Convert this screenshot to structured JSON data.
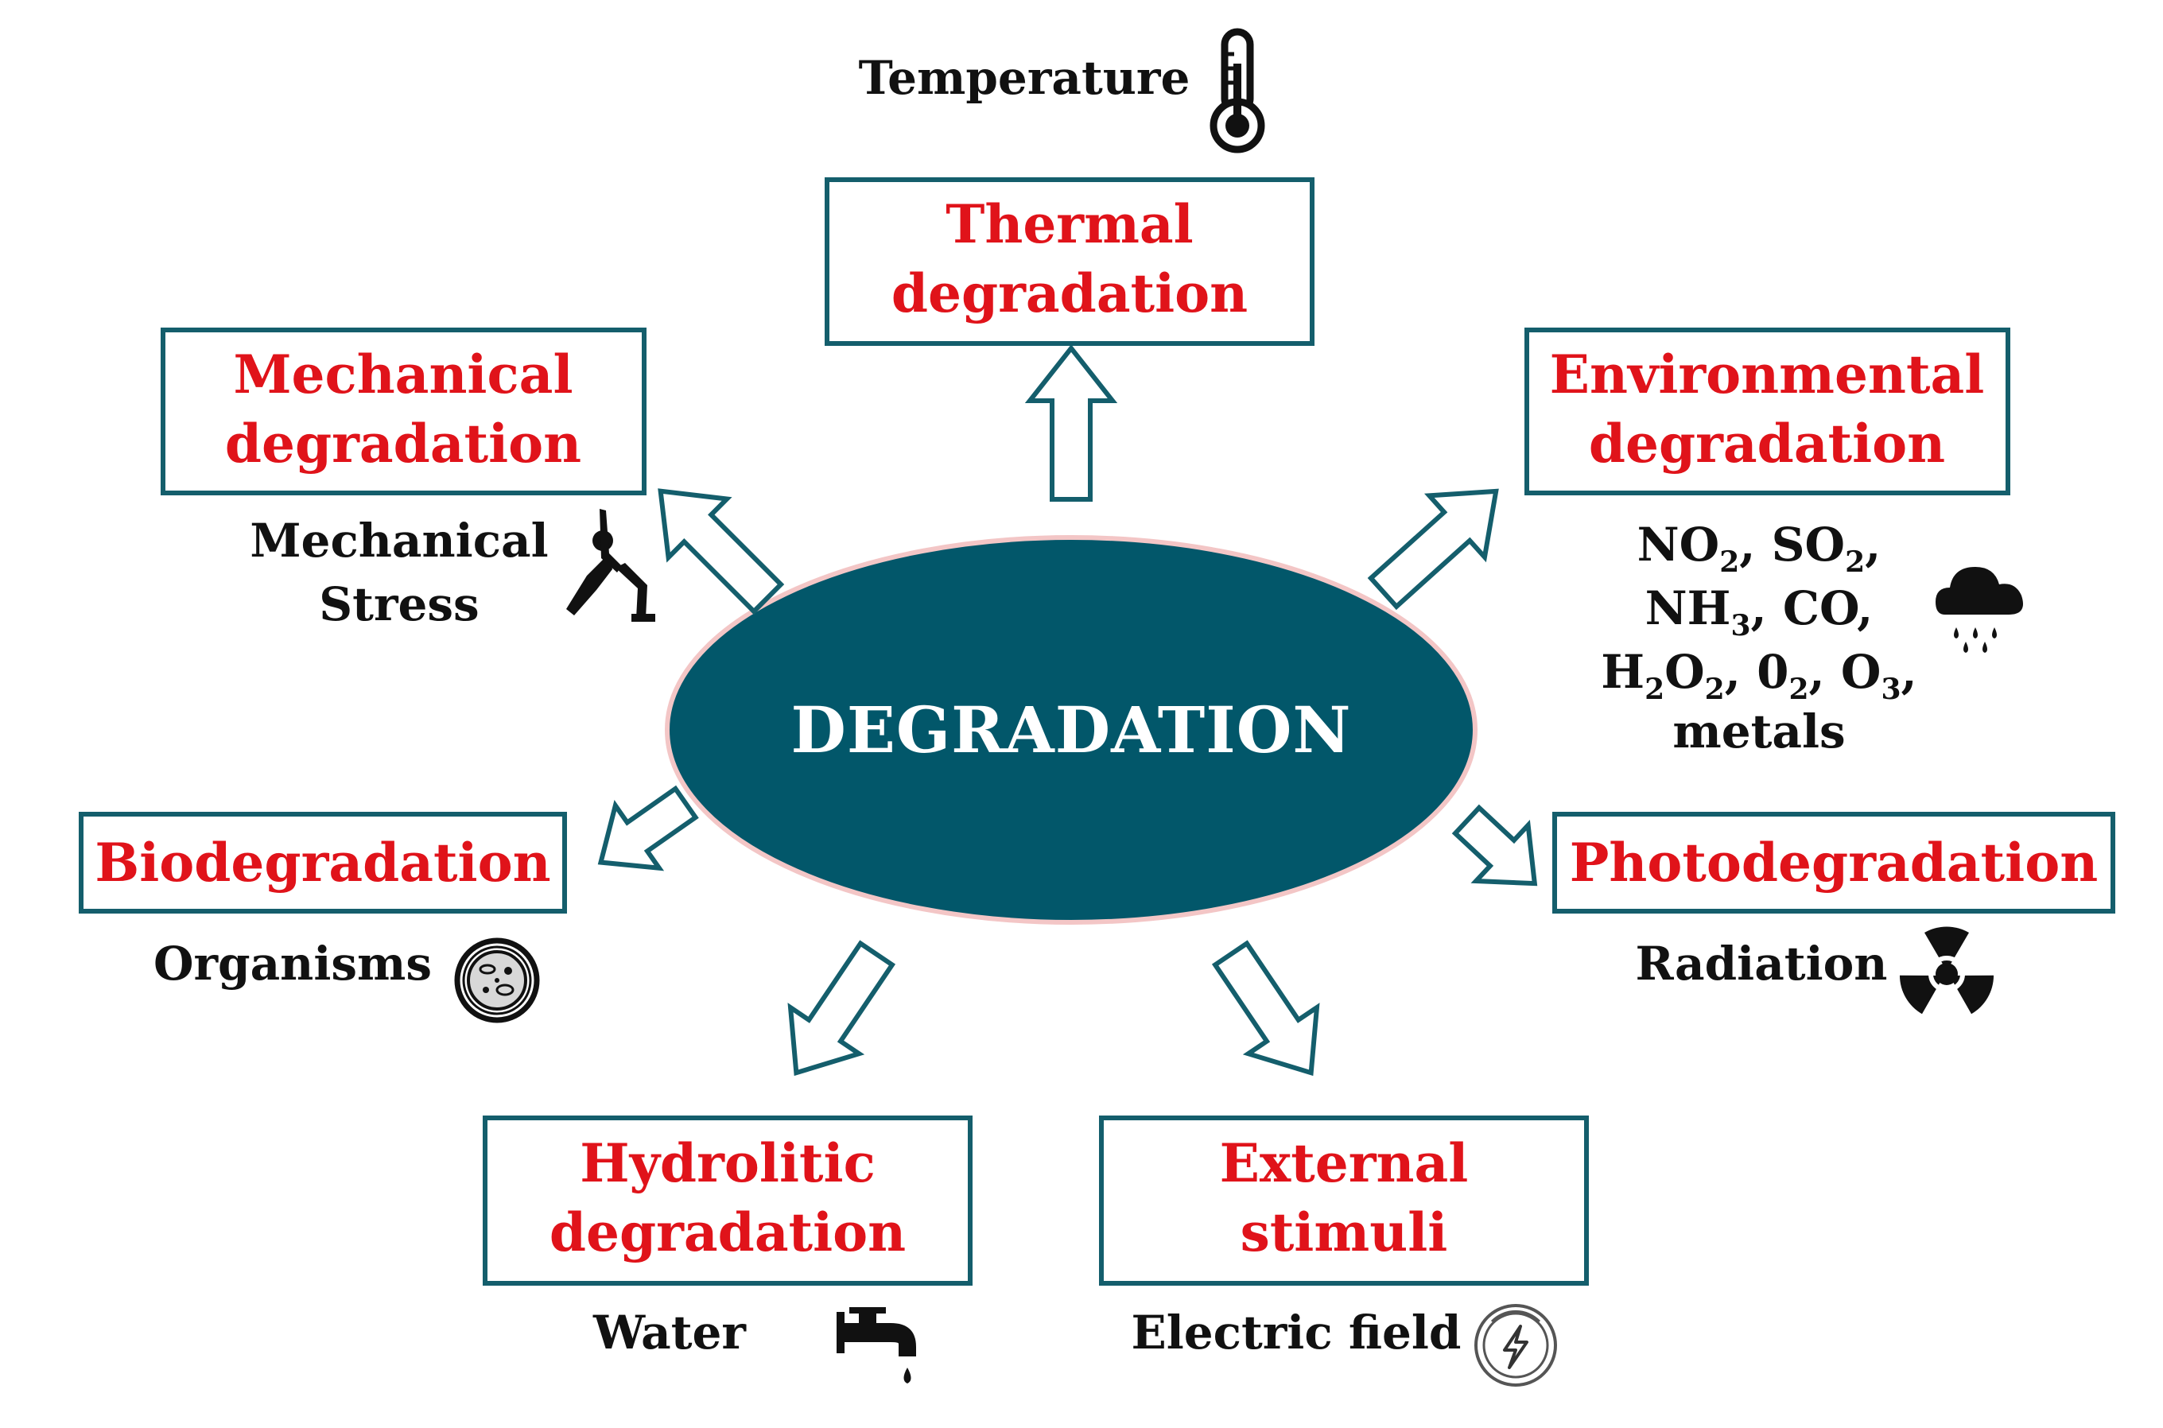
{
  "center": {
    "label": "DEGRADATION"
  },
  "colors": {
    "accent": "#145e6c",
    "title": "#e0131a",
    "text": "#111111",
    "ellipse": "#02576a",
    "ellipse_border": "#f3c6c6"
  },
  "boxes": {
    "thermal": {
      "line1": "Thermal",
      "line2": "degradation"
    },
    "mechanical": {
      "line1": "Mechanical",
      "line2": "degradation"
    },
    "environmental": {
      "line1": "Environmental",
      "line2": "degradation"
    },
    "biodegradation": {
      "line1": "Biodegradation"
    },
    "photodegradation": {
      "line1": "Photodegradation"
    },
    "hydrolitic": {
      "line1": "Hydrolitic",
      "line2": "degradation"
    },
    "external": {
      "line1": "External",
      "line2": "stimuli"
    }
  },
  "causes": {
    "thermal": {
      "label": "Temperature",
      "icon": "thermometer-icon"
    },
    "mechanical": {
      "line1": "Mechanical",
      "line2": "Stress",
      "icon": "yoga-pose-icon"
    },
    "environmental": {
      "icon": "rain-cloud-icon",
      "line1": {
        "a": "NO",
        "a_sub": "2",
        "b": ", SO",
        "b_sub": "2",
        "c": ","
      },
      "line2": {
        "a": "NH",
        "a_sub": "3",
        "b": ", CO,"
      },
      "line3": {
        "a": "H",
        "a_sub": "2",
        "b": "O",
        "b_sub": "2",
        "c": ", 0",
        "c_sub": "2",
        "d": ", O",
        "d_sub": "3",
        "e": ","
      },
      "line4": "metals"
    },
    "biodegradation": {
      "label": "Organisms",
      "icon": "petri-dish-icon"
    },
    "photodegradation": {
      "label": "Radiation",
      "icon": "radiation-icon"
    },
    "hydrolitic": {
      "label": "Water",
      "icon": "water-tap-icon"
    },
    "external": {
      "label": "Electric field",
      "icon": "electric-field-icon"
    }
  }
}
